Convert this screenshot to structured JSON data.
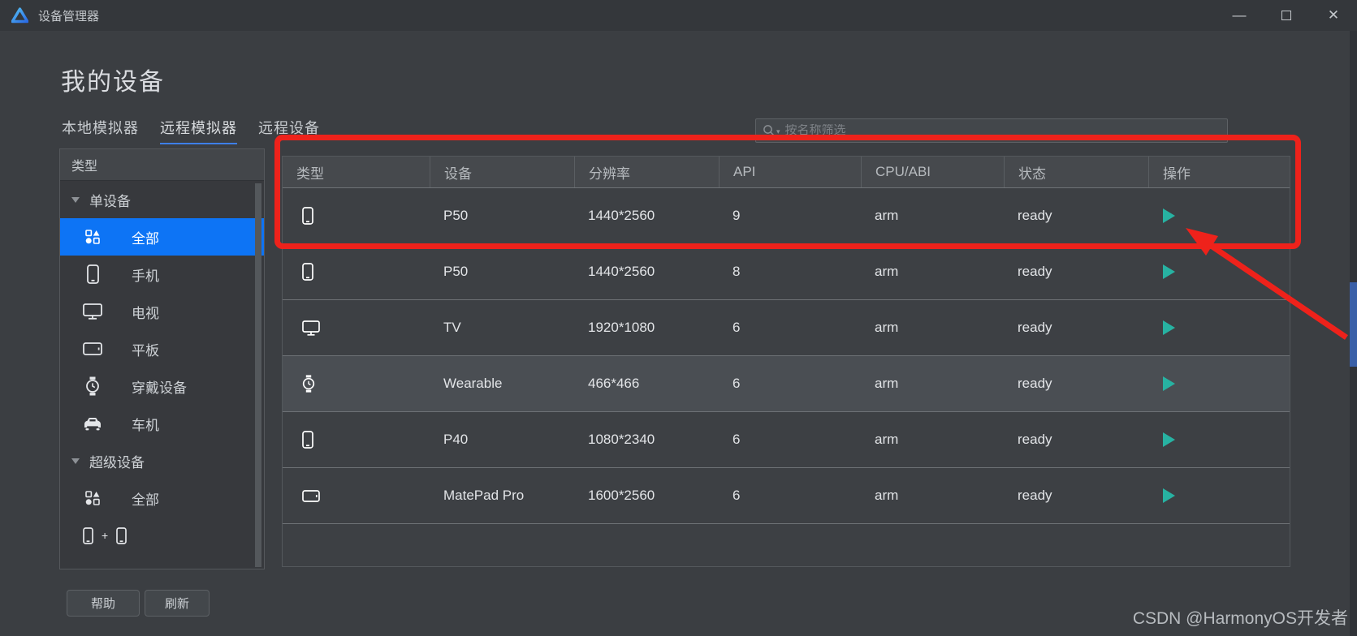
{
  "window": {
    "title": "设备管理器"
  },
  "page": {
    "title": "我的设备"
  },
  "tabs": [
    {
      "label": "本地模拟器",
      "active": false
    },
    {
      "label": "远程模拟器",
      "active": true
    },
    {
      "label": "远程设备",
      "active": false
    }
  ],
  "search": {
    "placeholder": "按名称筛选"
  },
  "sidebar": {
    "header": "类型",
    "groups": [
      {
        "label": "单设备",
        "items": [
          {
            "label": "全部",
            "icon": "category-icon",
            "selected": true
          },
          {
            "label": "手机",
            "icon": "phone-icon"
          },
          {
            "label": "电视",
            "icon": "tv-icon"
          },
          {
            "label": "平板",
            "icon": "tablet-icon"
          },
          {
            "label": "穿戴设备",
            "icon": "watch-icon"
          },
          {
            "label": "车机",
            "icon": "car-icon"
          }
        ]
      },
      {
        "label": "超级设备",
        "items": [
          {
            "label": "全部",
            "icon": "category-icon"
          },
          {
            "label": "",
            "icon": "phone-plus-phone-icon",
            "plus": "+"
          },
          {
            "label": "",
            "icon": "phone-plus-tv-icon",
            "clipped": true
          }
        ]
      }
    ]
  },
  "footer_buttons": {
    "help": "帮助",
    "refresh": "刷新"
  },
  "table": {
    "columns": [
      "类型",
      "设备",
      "分辨率",
      "API",
      "CPU/ABI",
      "状态",
      "操作"
    ],
    "rows": [
      {
        "icon": "phone-icon",
        "device": "P50",
        "resolution": "1440*2560",
        "api": "9",
        "cpu": "arm",
        "status": "ready",
        "highlight": false
      },
      {
        "icon": "phone-icon",
        "device": "P50",
        "resolution": "1440*2560",
        "api": "8",
        "cpu": "arm",
        "status": "ready",
        "highlight": false
      },
      {
        "icon": "tv-icon",
        "device": "TV",
        "resolution": "1920*1080",
        "api": "6",
        "cpu": "arm",
        "status": "ready",
        "highlight": false
      },
      {
        "icon": "watch-icon",
        "device": "Wearable",
        "resolution": "466*466",
        "api": "6",
        "cpu": "arm",
        "status": "ready",
        "highlight": true
      },
      {
        "icon": "phone-icon",
        "device": "P40",
        "resolution": "1080*2340",
        "api": "6",
        "cpu": "arm",
        "status": "ready",
        "highlight": false
      },
      {
        "icon": "tablet-icon",
        "device": "MatePad Pro",
        "resolution": "1600*2560",
        "api": "6",
        "cpu": "arm",
        "status": "ready",
        "highlight": false
      }
    ]
  },
  "annotation": {
    "shape": "red rounded rectangle around header and first row, red arrow pointing to first row play button",
    "color": "#ee221b"
  },
  "watermark": "CSDN @HarmonyOS开发者",
  "colors": {
    "accent_blue": "#0d74f5",
    "tab_underline": "#3e7fe8",
    "play_teal": "#27b2a2",
    "annotation_red": "#ee221b",
    "scrollbar_thumb_blue": "#3a60a8",
    "background": "#3b3e42"
  }
}
